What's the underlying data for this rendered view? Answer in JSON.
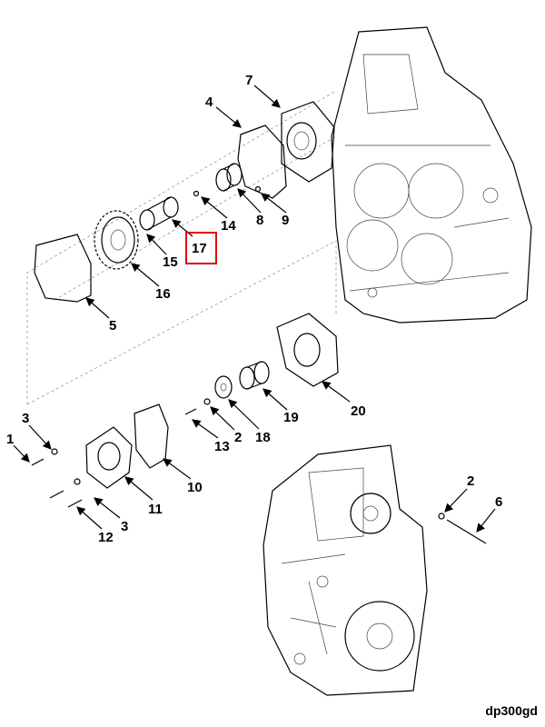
{
  "diagram_code": "dp300gd",
  "highlighted_callout": "17",
  "highlight_color": "#e3000f",
  "callouts": [
    "7",
    "4",
    "8",
    "9",
    "14",
    "17",
    "15",
    "16",
    "5",
    "20",
    "19",
    "18",
    "2",
    "13",
    "3",
    "1",
    "11",
    "10",
    "12",
    "3",
    "2",
    "6"
  ]
}
